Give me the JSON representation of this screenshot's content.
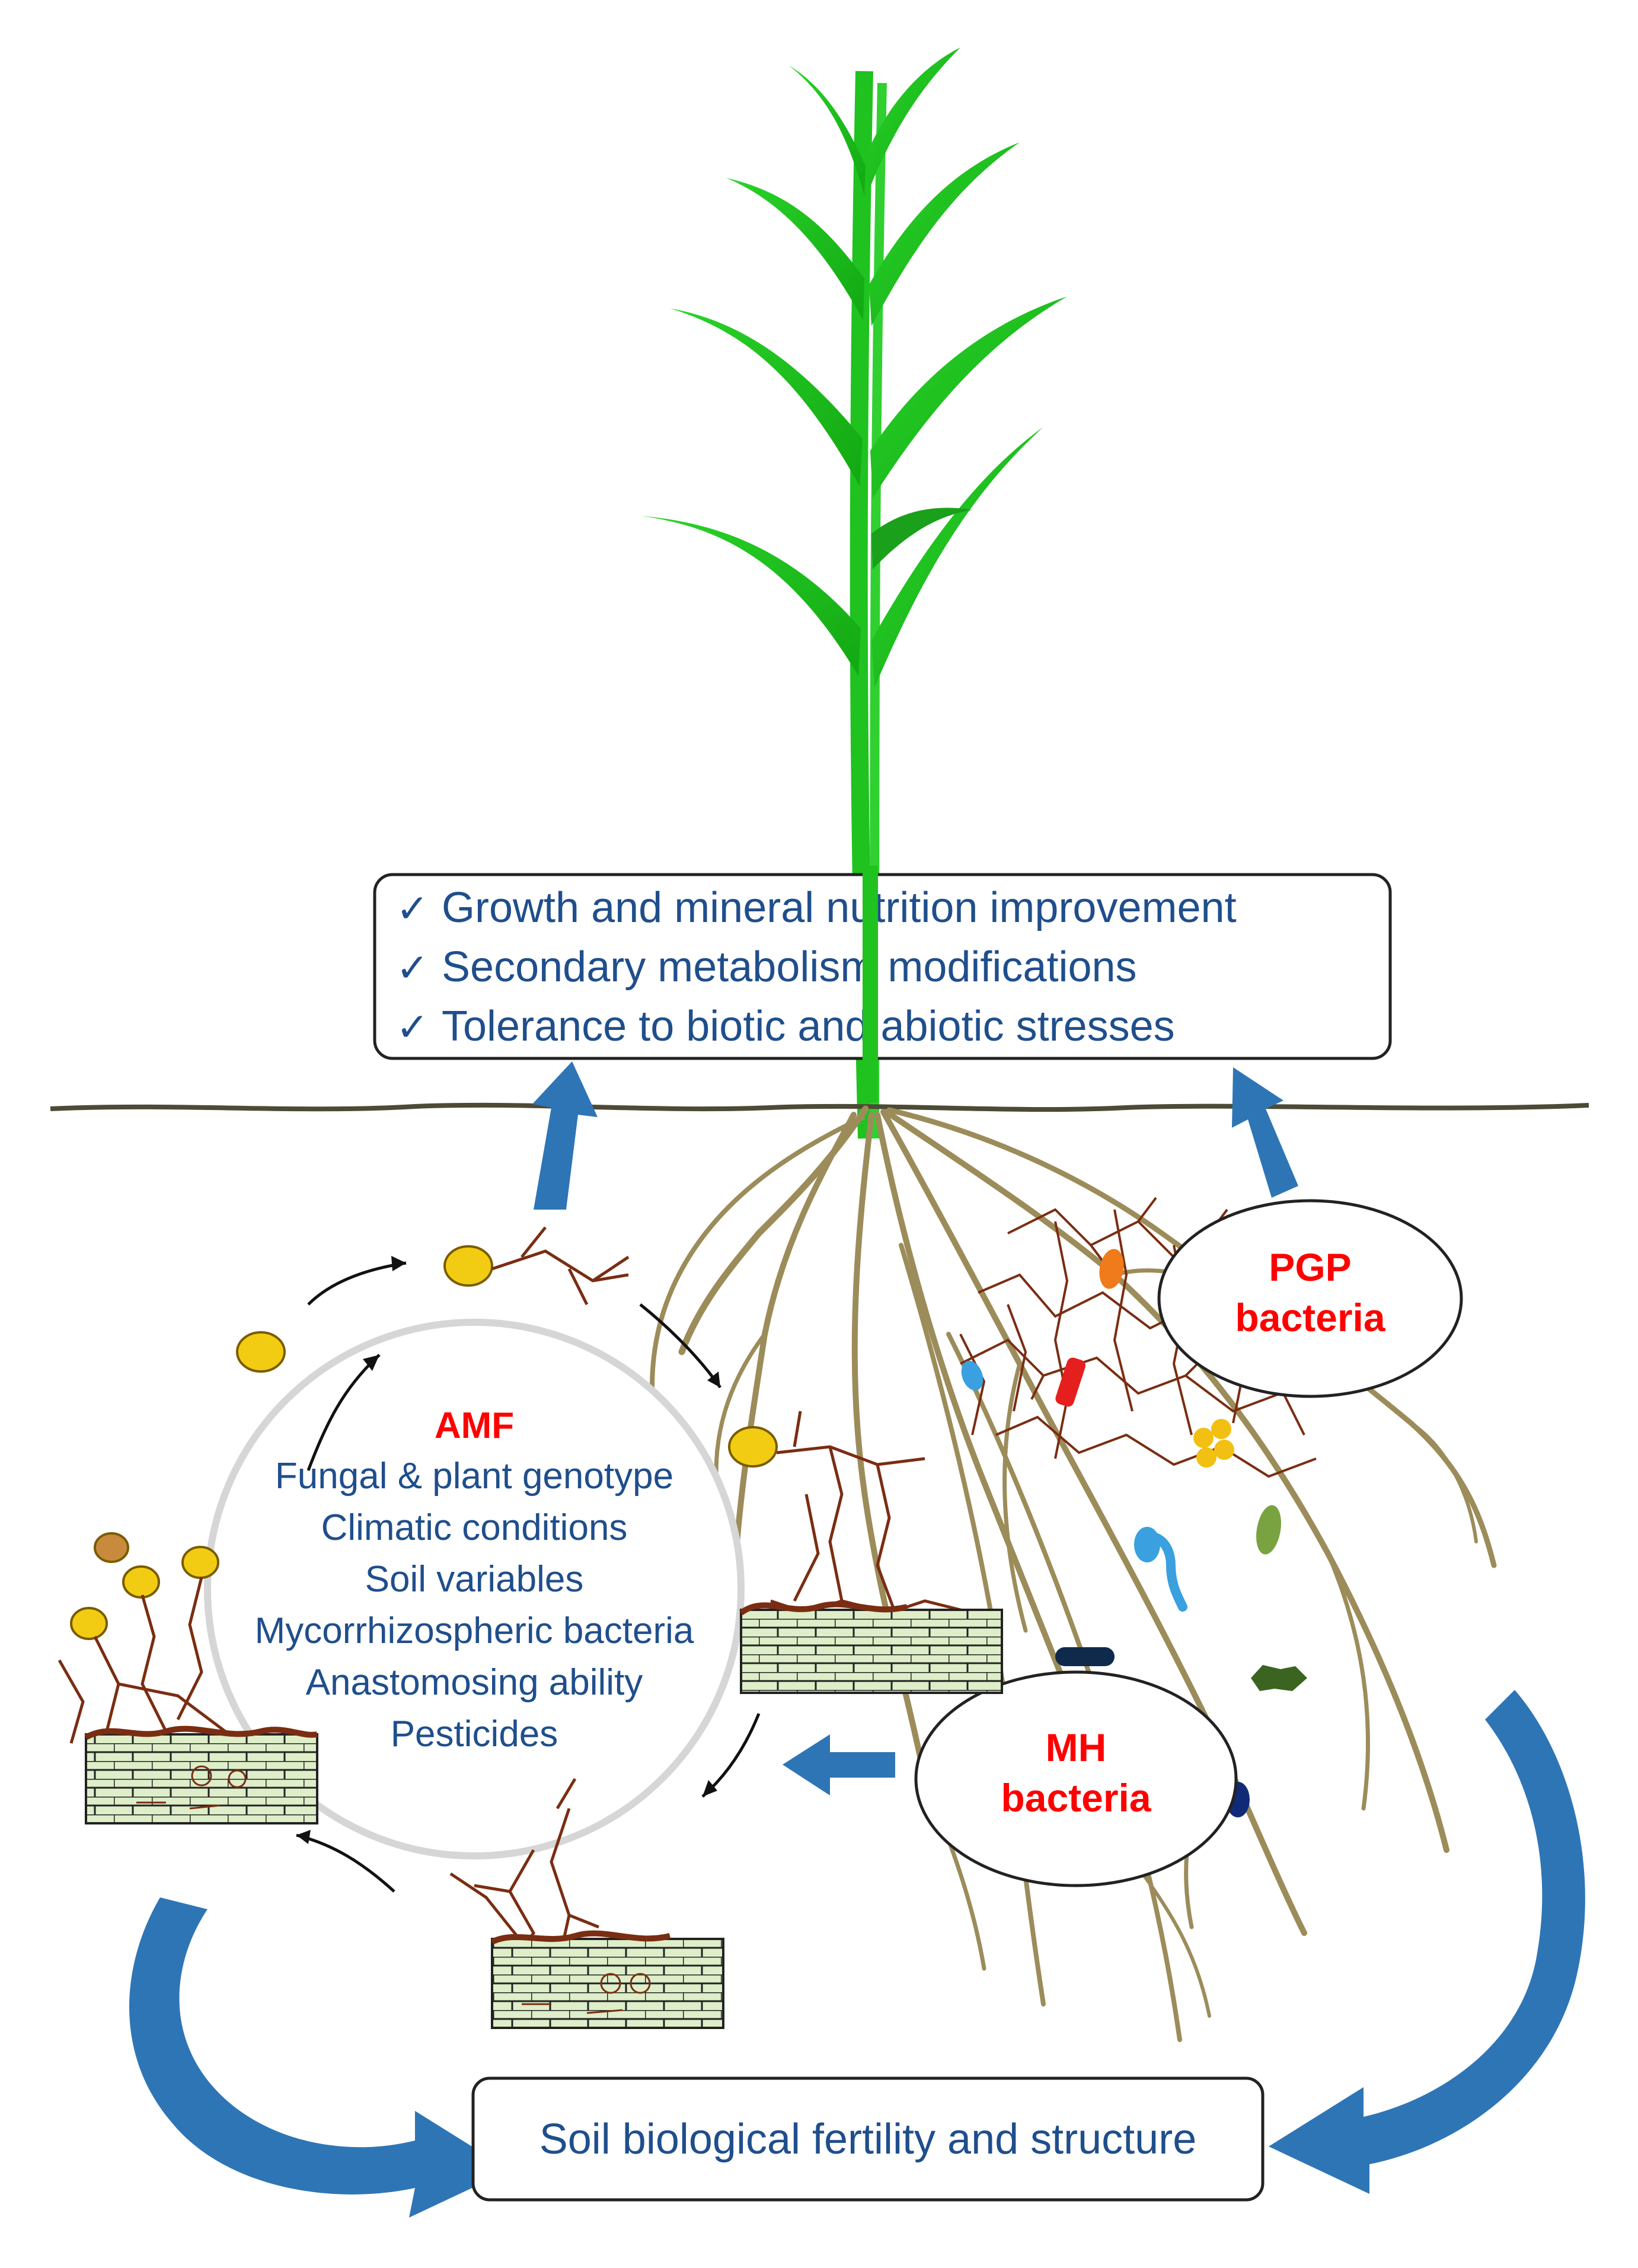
{
  "benefits": {
    "items": [
      "Growth and mineral nutrition improvement",
      "Secondary metabolism modifications",
      "Tolerance to biotic and abiotic stresses"
    ],
    "check": "✓"
  },
  "amf": {
    "title": "AMF",
    "factors": [
      "Fungal & plant genotype",
      "Climatic conditions",
      "Soil variables",
      "Mycorrhizospheric  bacteria",
      "Anastomosing ability",
      "Pesticides"
    ]
  },
  "pgp": {
    "line1": "PGP",
    "line2": "bacteria"
  },
  "mh": {
    "line1": "MH",
    "line2": "bacteria"
  },
  "soil": {
    "label": "Soil biological fertility and structure"
  },
  "colors": {
    "blue_text": "#1f4e8c",
    "red_text": "#ff0000",
    "arrow_blue": "#2e75b6",
    "leaf_green": "#1fc21f",
    "root": "#9c8c5a",
    "hypha": "#7a2d12",
    "soil_line": "#4d4a35",
    "cell_fill": "#ddeec8",
    "spore": "#f2cc12"
  }
}
